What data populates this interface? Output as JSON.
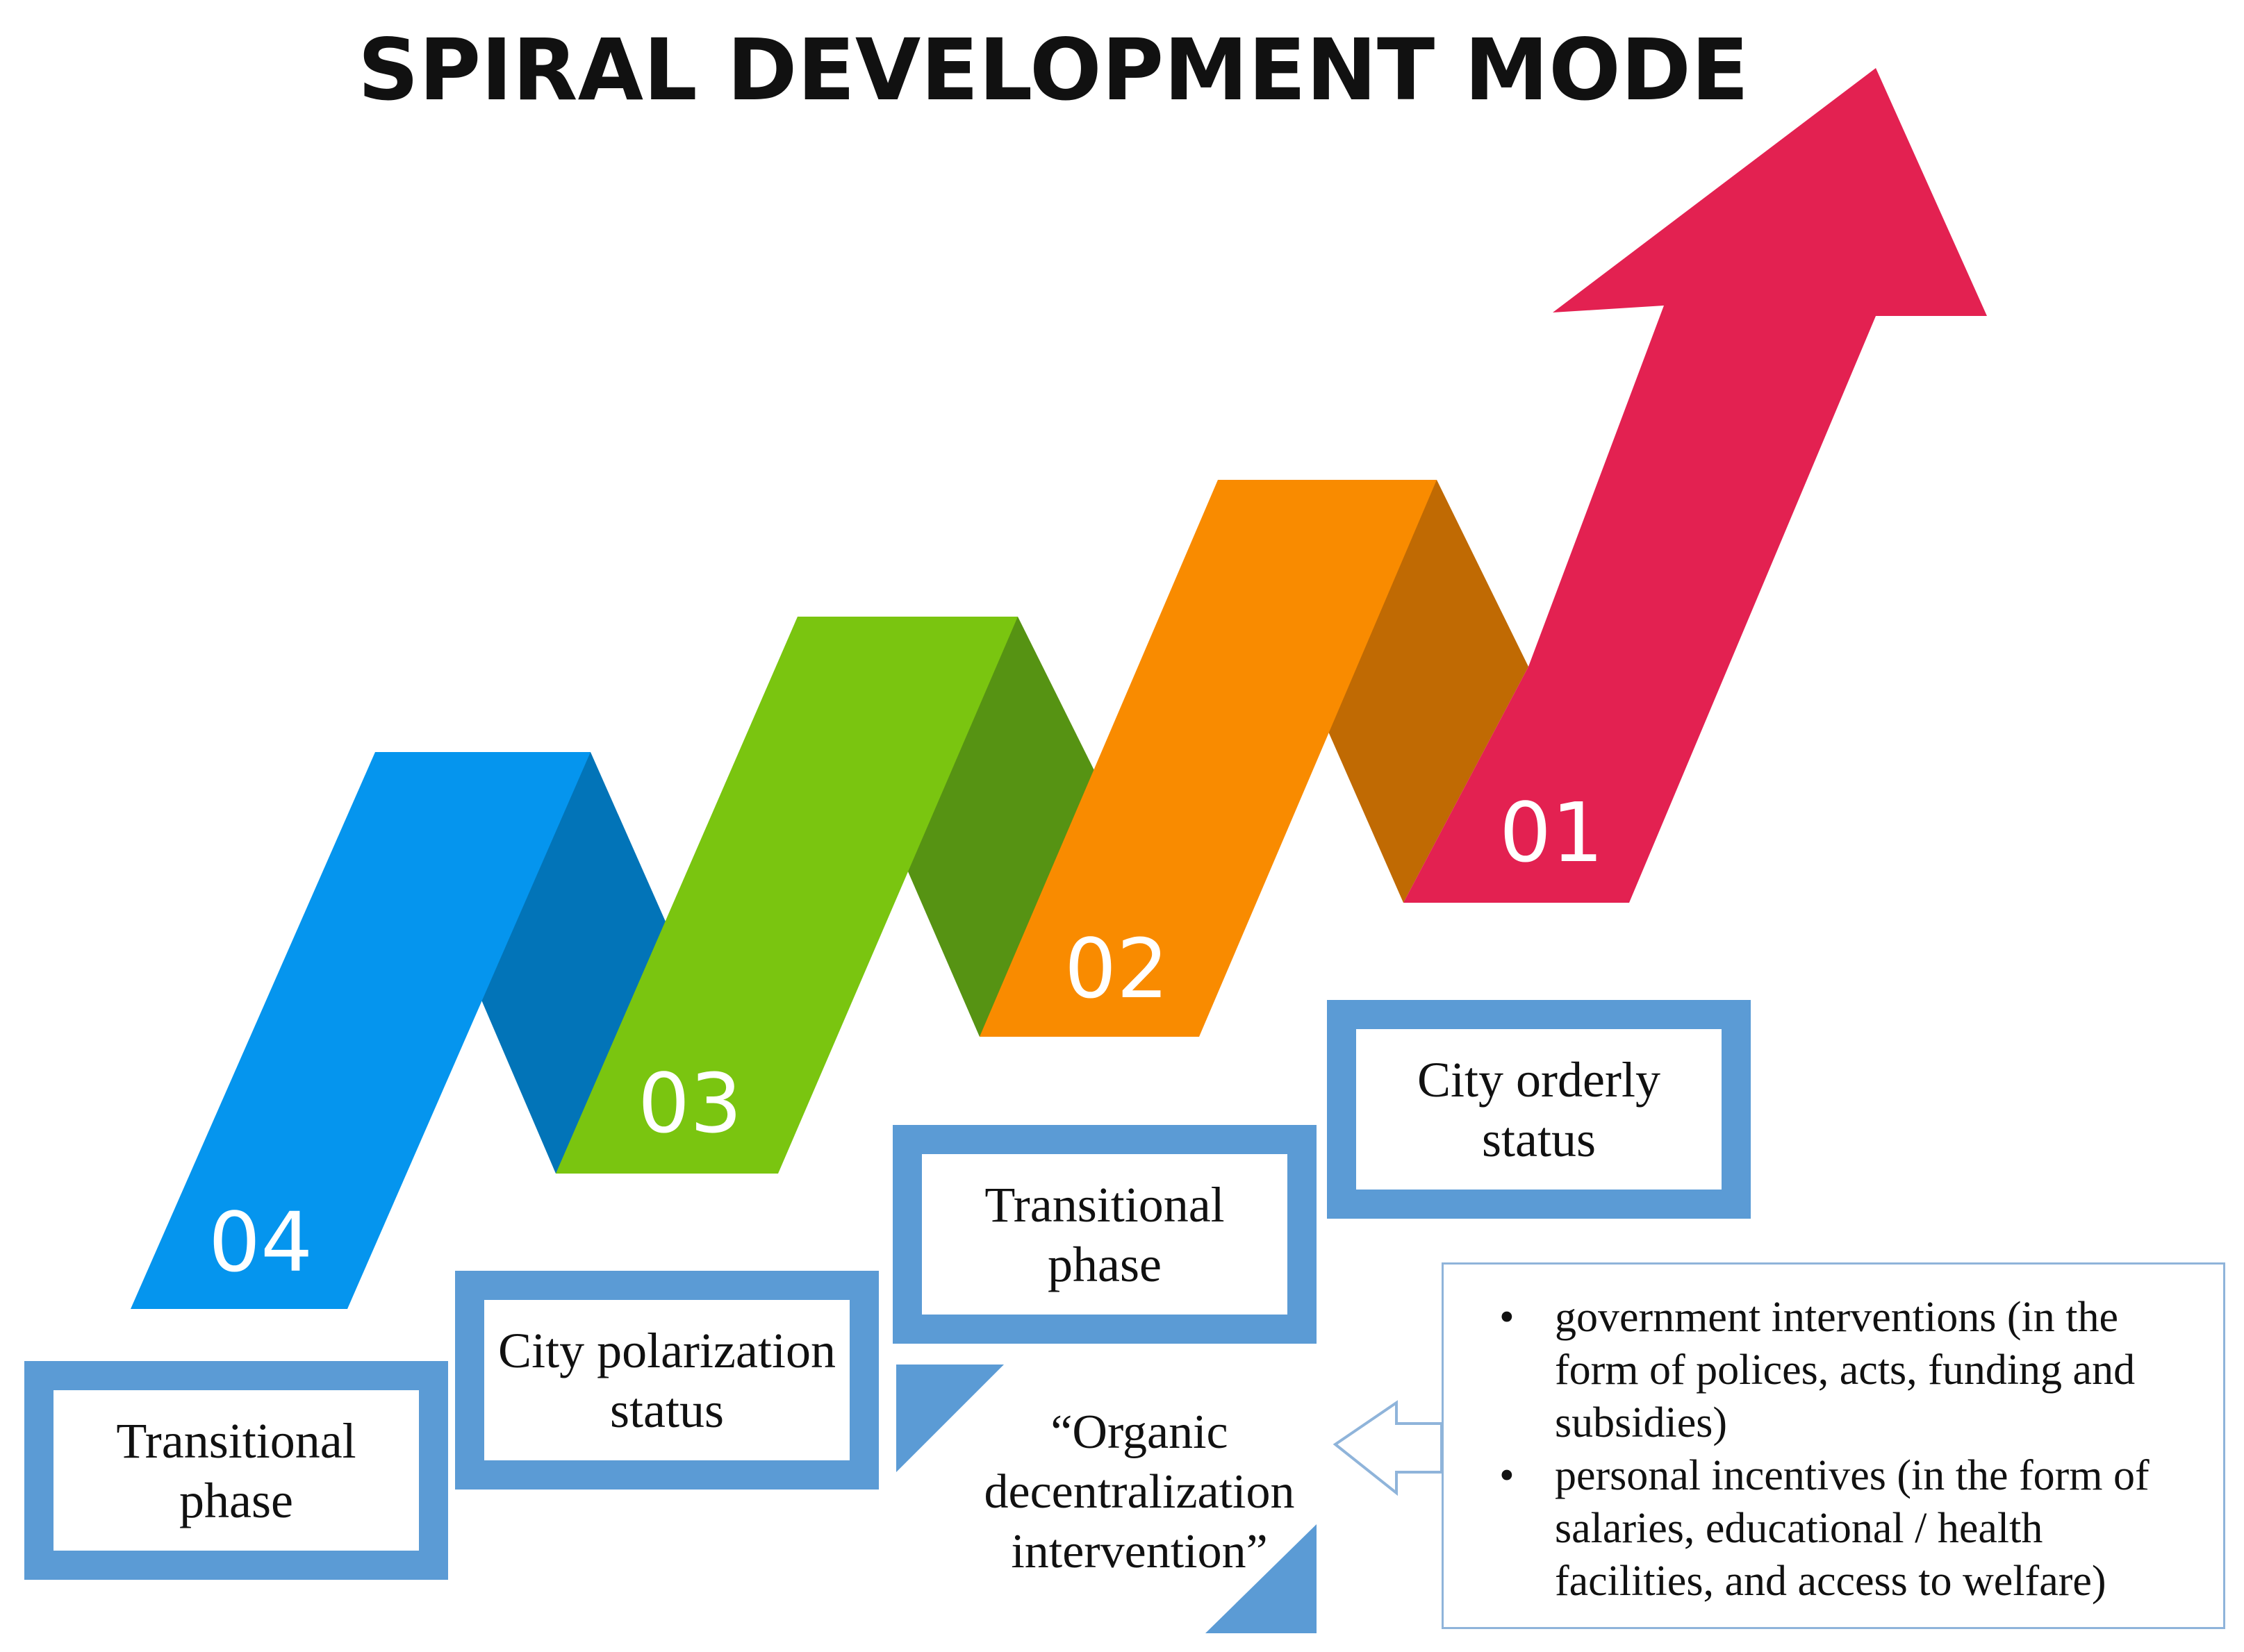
{
  "title": "SPIRAL DEVELOPMENT MODE",
  "steps": [
    {
      "number": "01",
      "color": "#E32151"
    },
    {
      "number": "02",
      "color": "#F98B00"
    },
    {
      "number": "03",
      "color": "#7AC510"
    },
    {
      "number": "04",
      "color": "#0595EE"
    }
  ],
  "stages": [
    {
      "label": "Transitional\nphase"
    },
    {
      "label": "City polarization\nstatus"
    },
    {
      "label": "Transitional\nphase"
    },
    {
      "label": "City orderly\nstatus"
    }
  ],
  "intervention": "“Organic\ndecentralization\nintervention”",
  "factors": [
    {
      "text": "government interventions (in the form of polices, acts, funding and subsidies)"
    },
    {
      "text": "personal incentives (in the form of salaries, educational / health facilities, and access to welfare)"
    }
  ],
  "bullet": "•",
  "colors": {
    "frame": "#5B9BD5",
    "factors_border": "#8FB4DA",
    "dark_blue": "#0274B8",
    "dark_green": "#569313",
    "dark_orange": "#C06A03"
  }
}
